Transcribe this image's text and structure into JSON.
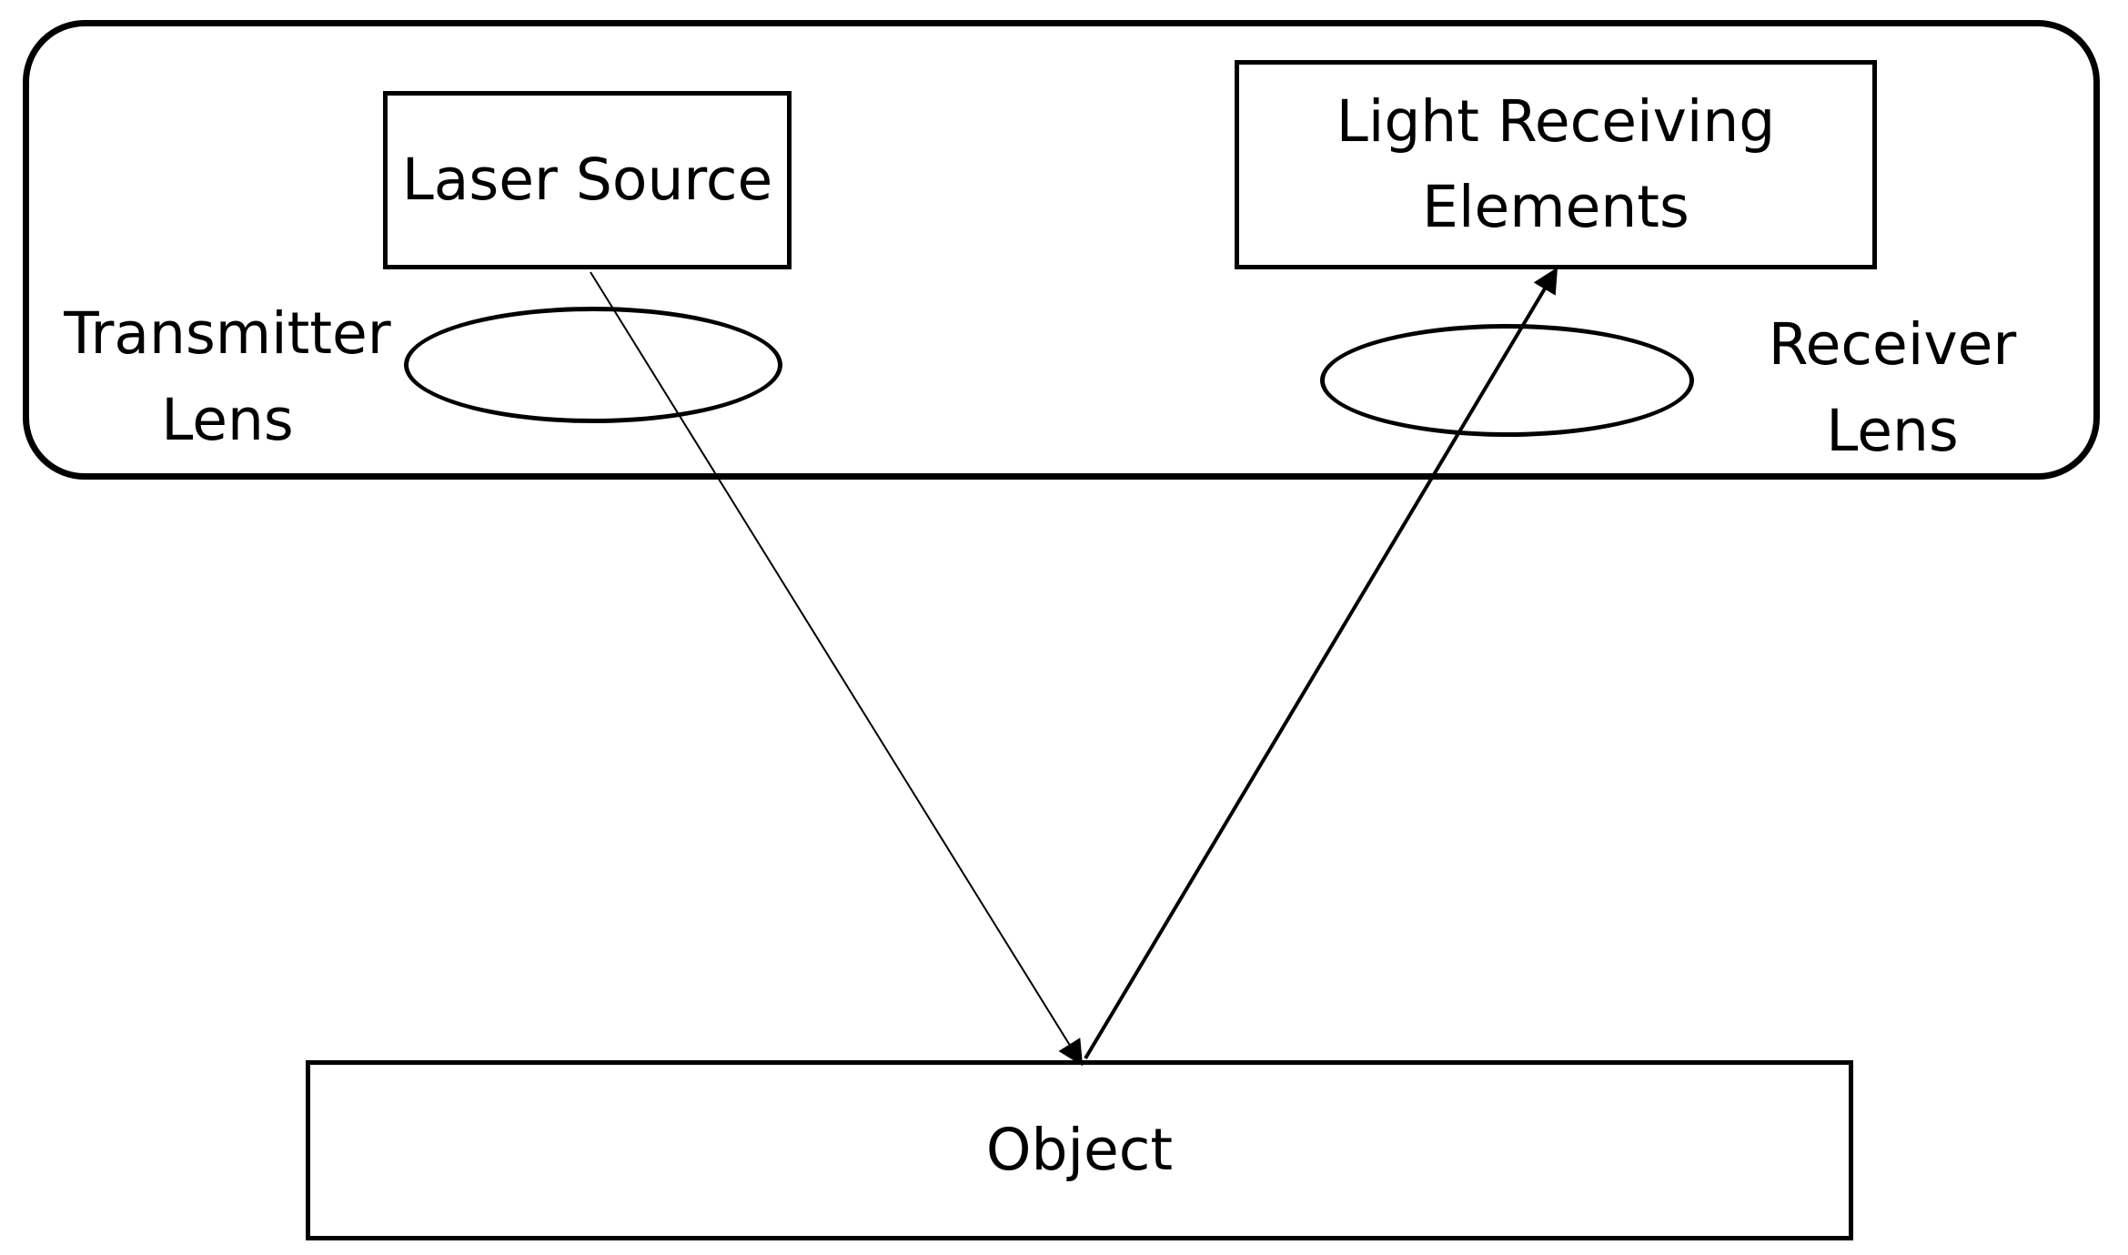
{
  "laser_source": {
    "label": "Laser Source"
  },
  "light_receiving": {
    "line1": "Light Receiving",
    "line2": "Elements"
  },
  "transmitter_lens": {
    "line1": "Transmitter",
    "line2": "Lens"
  },
  "receiver_lens": {
    "line1": "Receiver",
    "line2": "Lens"
  },
  "object": {
    "label": "Object"
  }
}
